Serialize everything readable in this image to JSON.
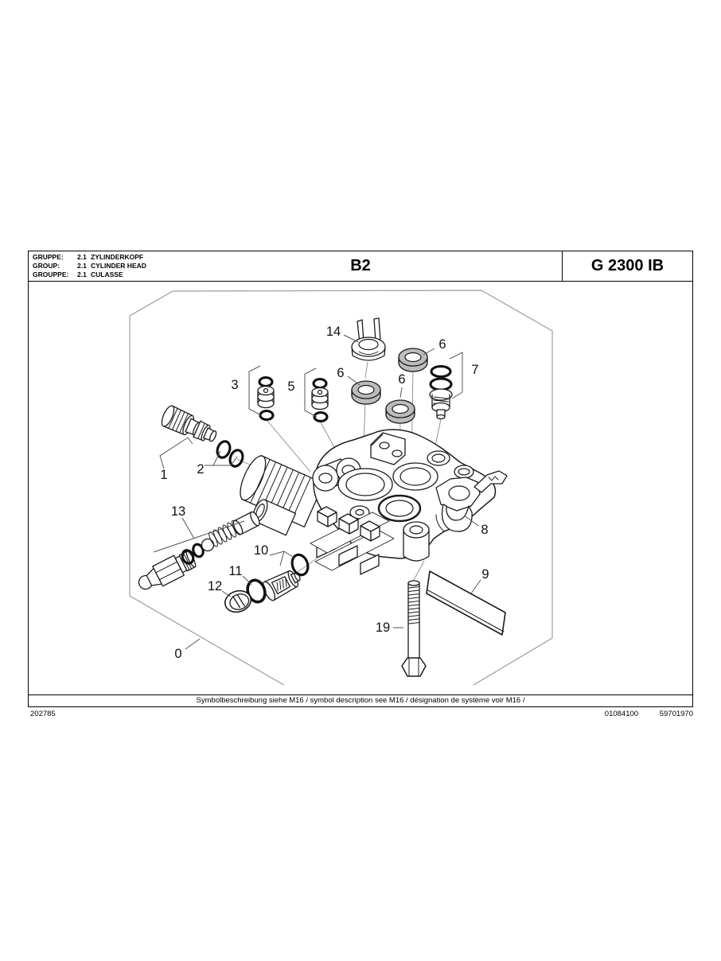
{
  "title_block": {
    "rows": [
      {
        "label": "GRUPPE:",
        "code": "2.1",
        "name": "ZYLINDERKOPF"
      },
      {
        "label": "GROUP:",
        "code": "2.1",
        "name": "CYLINDER HEAD"
      },
      {
        "label": "GROUPPE:",
        "code": "2.1",
        "name": "CULASSE"
      }
    ],
    "sheet_code": "B2",
    "model": "G 2300 IB"
  },
  "diagram": {
    "callouts": [
      {
        "id": "14",
        "label": "14"
      },
      {
        "id": "6-top",
        "label": "6"
      },
      {
        "id": "6-left",
        "label": "6"
      },
      {
        "id": "6-mid",
        "label": "6"
      },
      {
        "id": "7",
        "label": "7"
      },
      {
        "id": "3",
        "label": "3"
      },
      {
        "id": "5",
        "label": "5"
      },
      {
        "id": "1",
        "label": "1"
      },
      {
        "id": "2",
        "label": "2"
      },
      {
        "id": "13",
        "label": "13"
      },
      {
        "id": "8",
        "label": "8"
      },
      {
        "id": "10",
        "label": "10"
      },
      {
        "id": "11",
        "label": "11"
      },
      {
        "id": "12",
        "label": "12"
      },
      {
        "id": "9",
        "label": "9"
      },
      {
        "id": "19",
        "label": "19"
      },
      {
        "id": "0",
        "label": "0"
      }
    ]
  },
  "footer": {
    "note": "Symbolbeschreibung siehe M16 / symbol description see M16 / désignation de système voir M16 /",
    "document_number": "202785",
    "reference_numbers": [
      "01084100",
      "59701970"
    ]
  },
  "colors": {
    "ink": "#1b1b1b",
    "frame_line": "#9c9c9c",
    "seal_fill": "#bcbcbc"
  }
}
